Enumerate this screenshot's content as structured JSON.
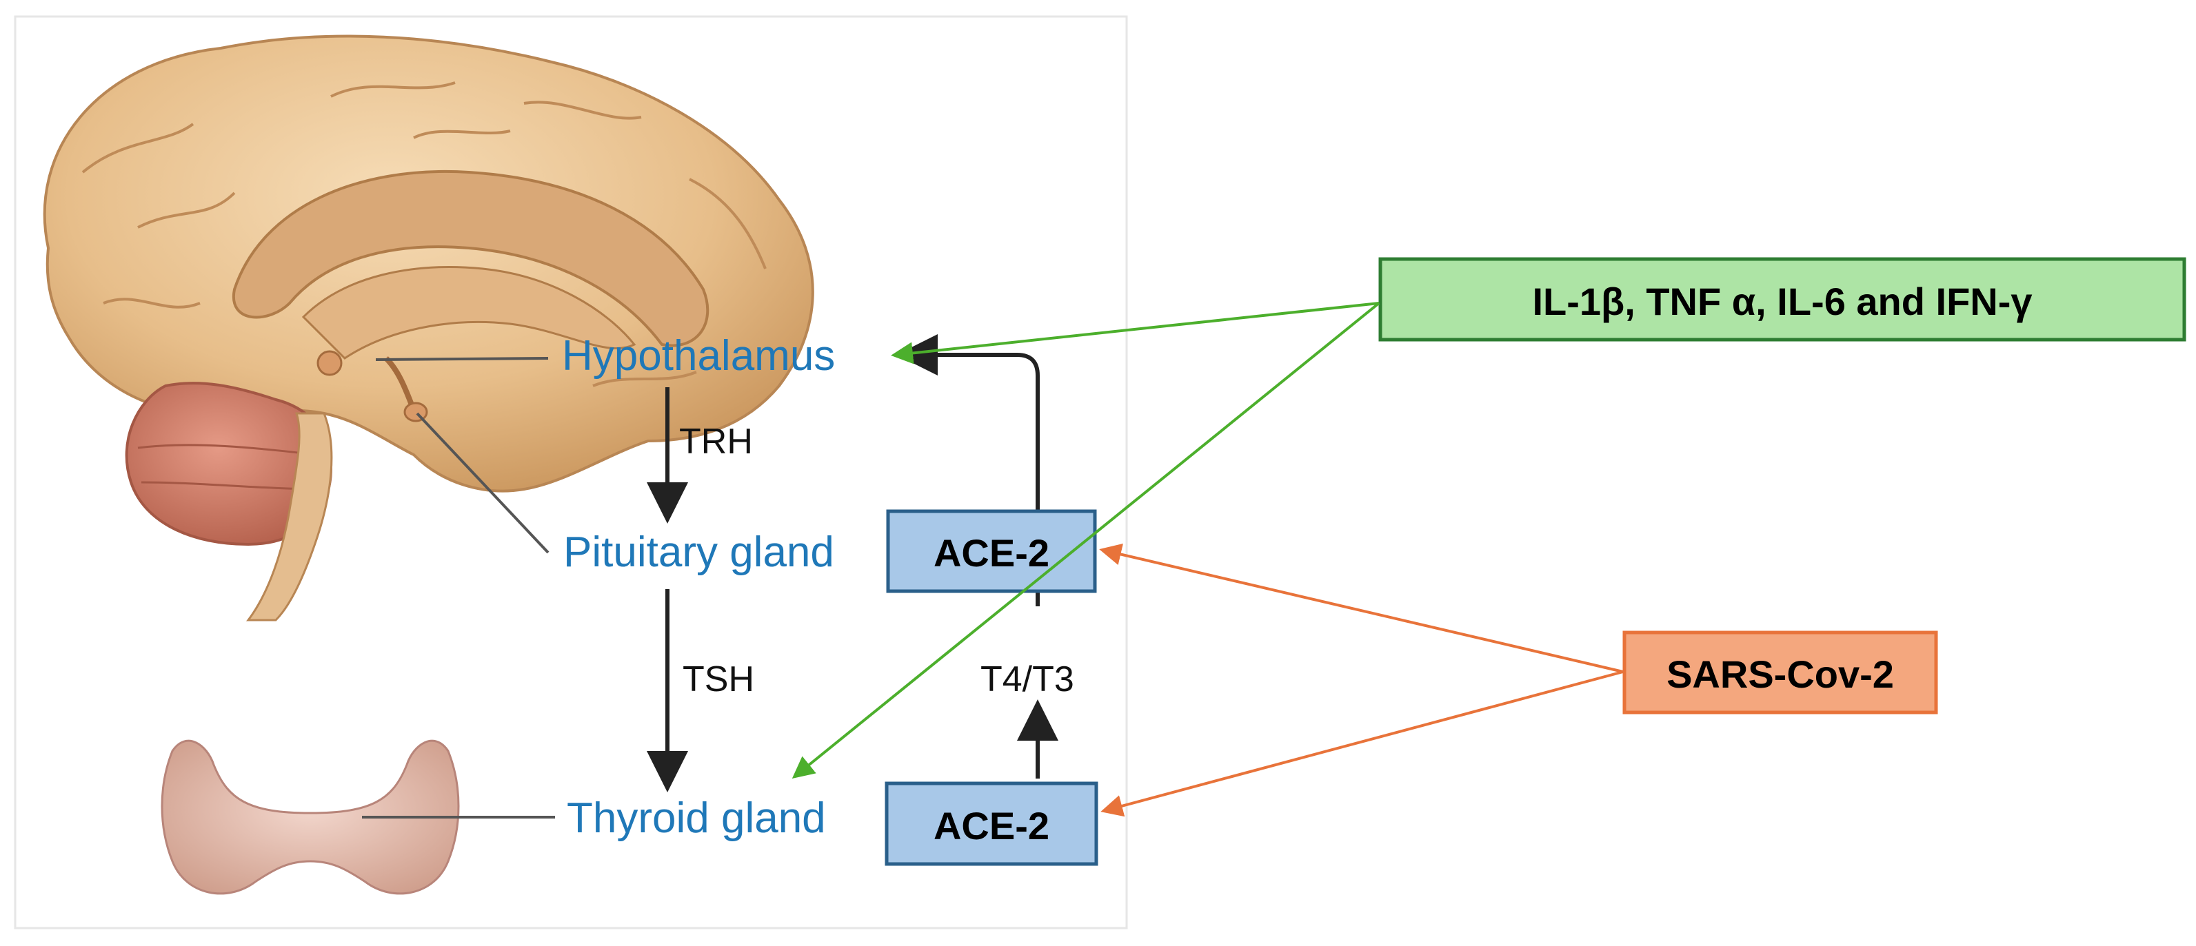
{
  "organs": {
    "hypothalamus": "Hypothalamus",
    "pituitary": "Pituitary gland",
    "thyroid": "Thyroid gland"
  },
  "hormones": {
    "trh": "TRH",
    "tsh": "TSH",
    "t4t3": "T4/T3"
  },
  "receptors": {
    "pituitary_ace2": "ACE-2",
    "thyroid_ace2": "ACE-2"
  },
  "cytokines": {
    "label": "IL-1β, TNF α, IL-6 and IFN-γ",
    "color": "#ade4a5"
  },
  "virus": {
    "label": "SARS-Cov-2",
    "color": "#f4a77e"
  },
  "colors": {
    "organ_label": "#1f78b8",
    "ace2_box": "#a8c8e8",
    "cytokine_arrow": "#4caf2c",
    "virus_arrow": "#e8733a"
  }
}
